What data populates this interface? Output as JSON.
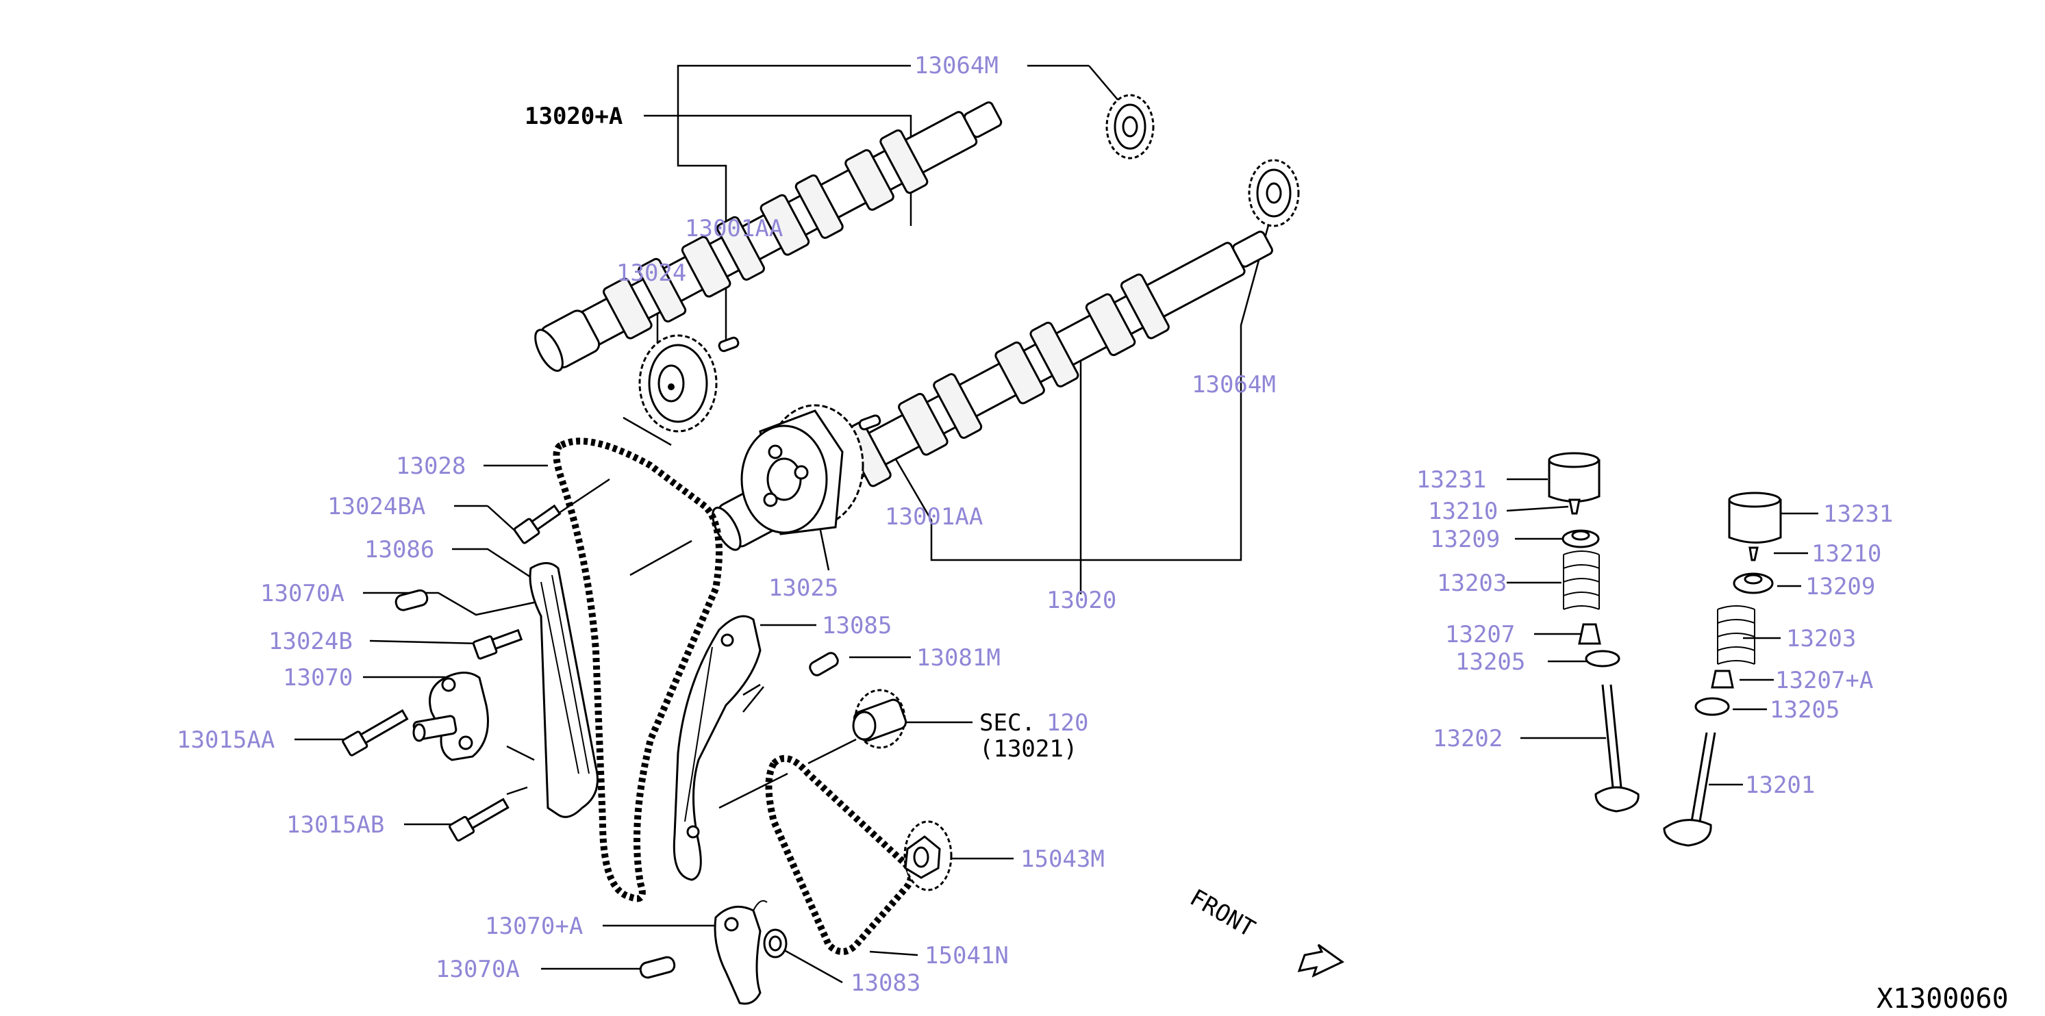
{
  "diagram": {
    "code": "X1300060",
    "direction_label": "FRONT",
    "parts": {
      "camshaft_exh_assembly": "13020+A",
      "sprocket_top": "13064M",
      "dowel_top": "13001AA",
      "sprocket_24": "13024",
      "sprocket_right": "13064M",
      "chain_28": "13028",
      "bolt_24ba": "13024BA",
      "guide_86": "13086",
      "pin_70a_upper": "13070A",
      "bolt_24b": "13024B",
      "tensioner_70": "13070",
      "bolt_15aa": "13015AA",
      "bolt_15ab": "13015AB",
      "dowel_mid": "13001AA",
      "sprocket_25": "13025",
      "camshaft_20": "13020",
      "guide_85": "13085",
      "pin_81m": "13081M",
      "sec_prefix": "SEC.",
      "sec_number": "120",
      "sec_ref": "(13021)",
      "sprocket_43m": "15043M",
      "chain_41n": "15041N",
      "tensioner_70plus": "13070+A",
      "pin_70a_lower": "13070A",
      "spacer_83": "13083",
      "lifter_left": "13231",
      "collet_left": "13210",
      "retainer_left": "13209",
      "spring_left": "13203",
      "seal_left": "13207",
      "seat_left": "13205",
      "valve_left": "13202",
      "lifter_right": "13231",
      "collet_right": "13210",
      "retainer_right": "13209",
      "spring_right": "13203",
      "seal_right": "13207+A",
      "seat_right": "13205",
      "valve_right": "13201"
    }
  }
}
